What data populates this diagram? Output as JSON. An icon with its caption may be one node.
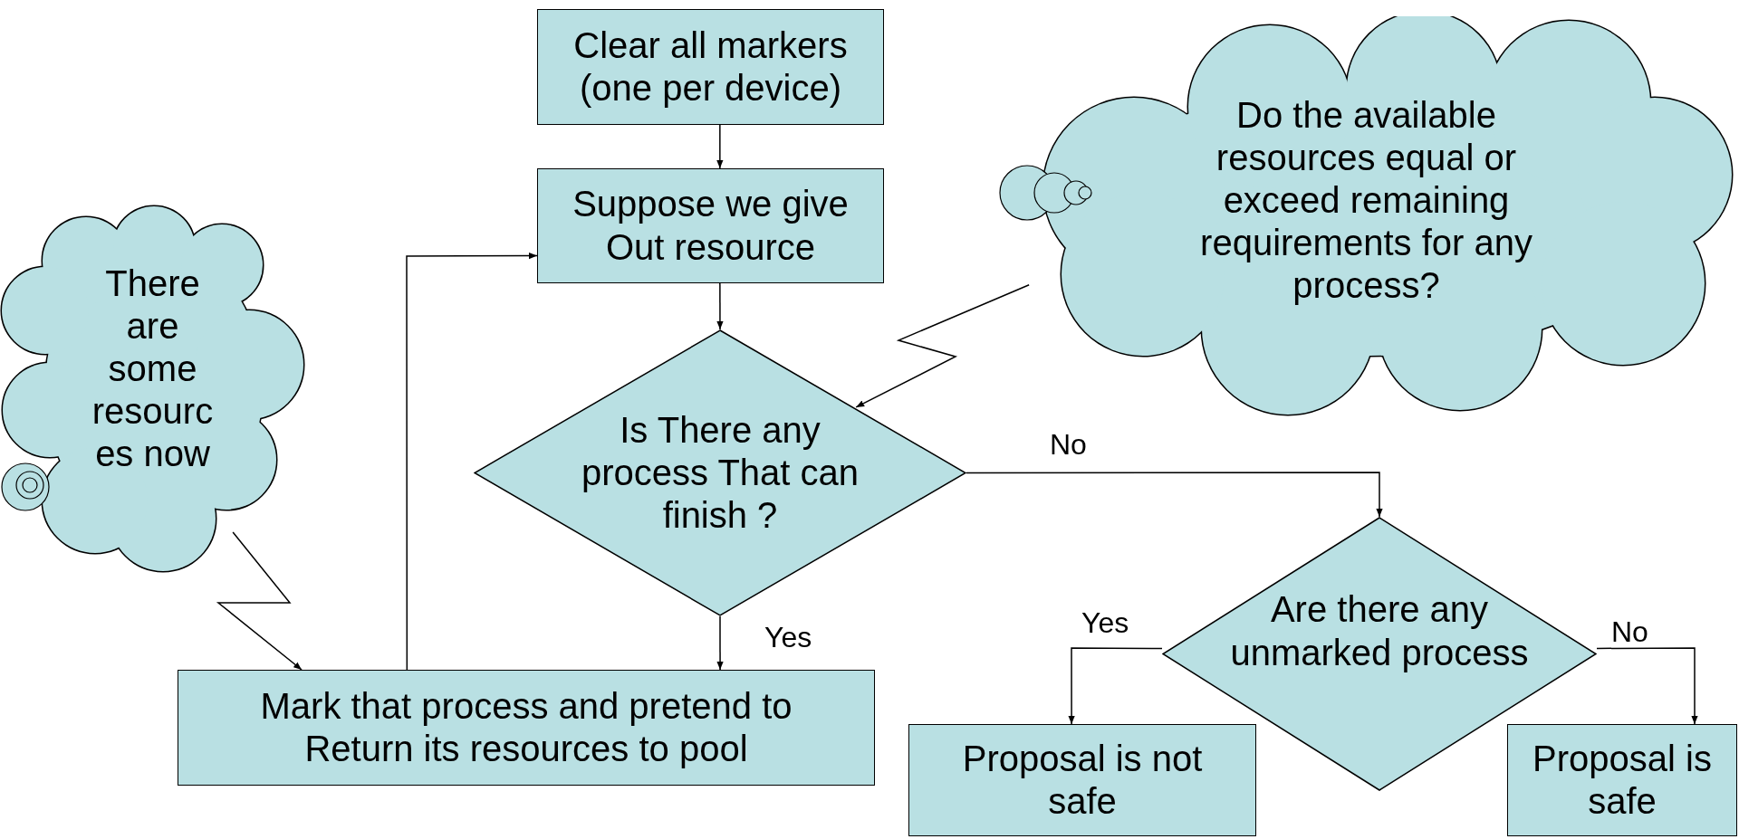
{
  "diagram": {
    "nodes": [
      {
        "text": [
          "Clear all markers (one per device)"
        ]
      },
      {
        "text": [
          "Suppose we give Out resource"
        ]
      },
      {
        "text": [
          "Is There any process That can finish ?"
        ]
      },
      {
        "text": [
          "Do the available resources equal or exceed remaining requirements for any process?"
        ]
      },
      {
        "text": [
          "There are some resourc es now"
        ]
      },
      {
        "text": [
          "Mark that process and pretend to Return its resources to pool"
        ]
      },
      {
        "text": [
          "Are there any unmarked process"
        ]
      },
      {
        "text": [
          "Proposal is not safe"
        ]
      },
      {
        "text": [
          "Proposal is safe"
        ]
      }
    ],
    "edges": [
      {
        "from": 0,
        "to": 1,
        "arrow": "to"
      },
      {
        "from": 1,
        "to": 2,
        "arrow": "to"
      },
      {
        "from": 2,
        "to": 5,
        "arrow": "to",
        "label": "Yes"
      },
      {
        "from": 5,
        "to": 1,
        "arrow": "to"
      },
      {
        "from": 2,
        "to": 6,
        "arrow": "to",
        "label": "No"
      },
      {
        "from": 6,
        "to": 7,
        "arrow": "to",
        "label": "Yes"
      },
      {
        "from": 6,
        "to": 8,
        "arrow": "to",
        "label": "No"
      },
      {
        "from": 3,
        "to": 2,
        "arrow": "to"
      },
      {
        "from": 4,
        "to": 5,
        "arrow": "to"
      }
    ]
  }
}
